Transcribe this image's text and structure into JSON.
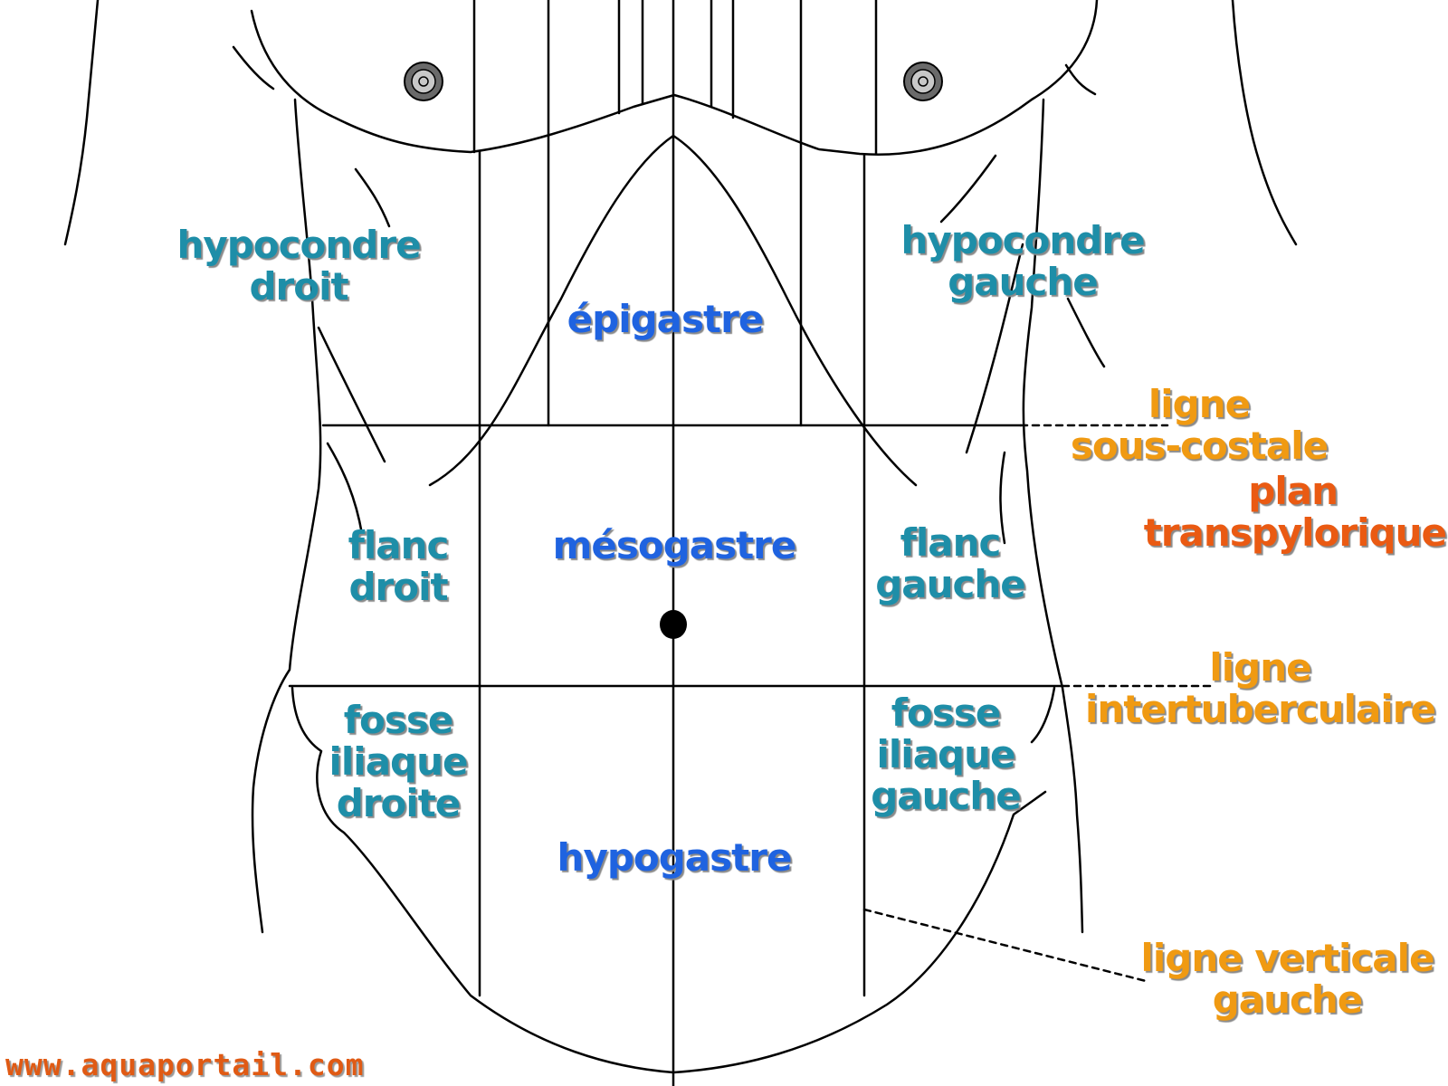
{
  "colors": {
    "region": "#1e8ea8",
    "central": "#1f63e0",
    "line_label": "#f09a12",
    "plane_label": "#ea5a12",
    "outline": "#000000"
  },
  "regions": {
    "hypocondre_droit": [
      "hypocondre",
      "droit"
    ],
    "hypocondre_gauche": [
      "hypocondre",
      "gauche"
    ],
    "epigastre": "épigastre",
    "flanc_droit": [
      "flanc",
      "droit"
    ],
    "mesogastre": "mésogastre",
    "flanc_gauche": [
      "flanc",
      "gauche"
    ],
    "fosse_iliaque_droite": [
      "fosse",
      "iliaque",
      "droite"
    ],
    "fosse_iliaque_gauche": [
      "fosse",
      "iliaque",
      "gauche"
    ],
    "hypogastre": "hypogastre"
  },
  "lines": {
    "sous_costale": [
      "ligne",
      "sous-costale"
    ],
    "transpylorique": [
      "plan",
      "transpylorique"
    ],
    "intertuberculaire": [
      "ligne",
      "intertuberculaire"
    ],
    "verticale_gauche": [
      "ligne verticale",
      "gauche"
    ]
  },
  "watermark": "www.aquaportail.com"
}
